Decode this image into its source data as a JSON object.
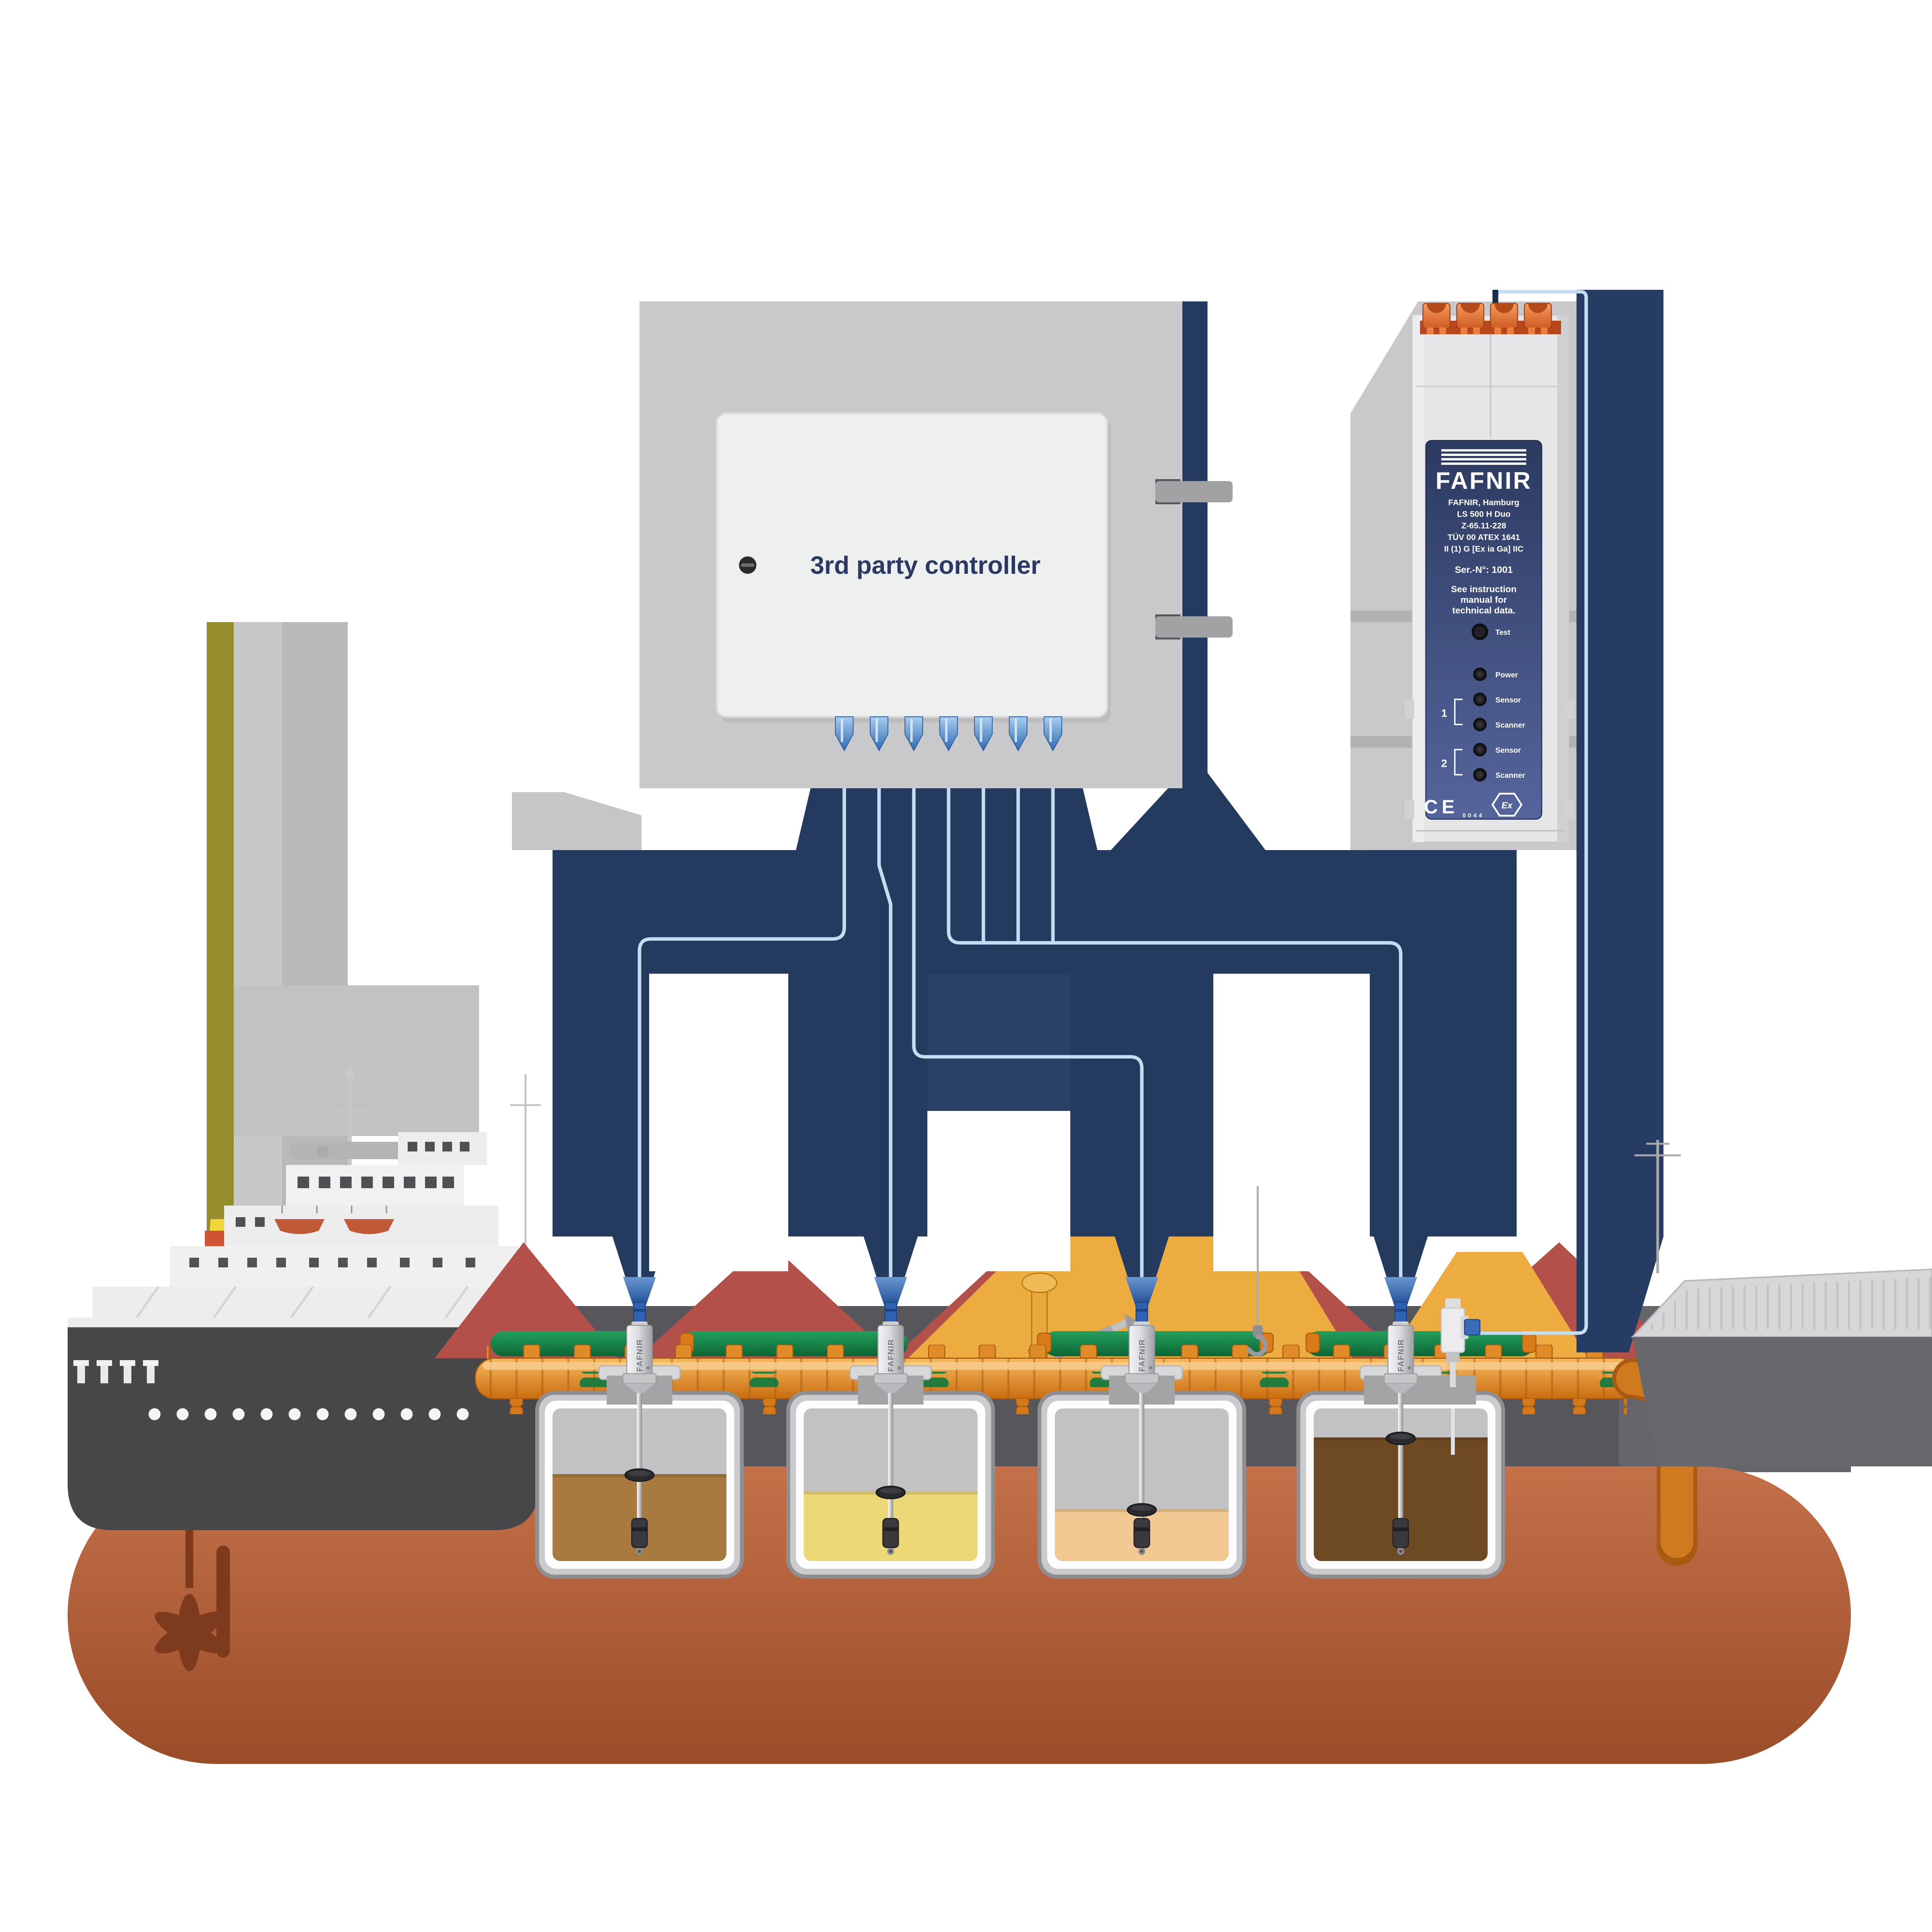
{
  "controller": {
    "label": "3rd party controller"
  },
  "fafnir_unit": {
    "logo": "FAFNIR",
    "info_lines": [
      "FAFNIR, Hamburg",
      "LS 500 H Duo",
      "Z-65.11-228",
      "TÜV 00 ATEX 1641",
      "II (1) G [Ex ia Ga] IIC"
    ],
    "serial_line": "Ser.-N°: 1001",
    "note_lines": [
      "See instruction",
      "manual for",
      "technical data."
    ],
    "led_labels": [
      "Test",
      "Power",
      "Sensor",
      "Scanner",
      "Sensor",
      "Scanner"
    ],
    "channel_groups": [
      "1",
      "2"
    ],
    "ce_text": "CE",
    "notified_body_number": "0044",
    "ex_text": "Ex"
  },
  "probes": {
    "brand": "FAFNIR",
    "count": 4
  },
  "tanks": [
    {
      "name": "tank-1",
      "liquid_color": "#a87a40",
      "fill_percent": 57
    },
    {
      "name": "tank-2",
      "liquid_color": "#ecd877",
      "fill_percent": 46
    },
    {
      "name": "tank-3",
      "liquid_color": "#f2c992",
      "fill_percent": 35
    },
    {
      "name": "tank-4",
      "liquid_color": "#6e4a24",
      "fill_percent": 81
    }
  ],
  "colors": {
    "cable_duct_navy": "#243a5e",
    "signal_cable_blue": "#c5ddf0",
    "label_panel_navy": "#2e3d66",
    "manifold_orange": "#e08a28",
    "ground_rust": "#b05c36",
    "berm_red": "#b25049",
    "pipe_green": "#1a8a4d",
    "accent_gold": "#ecac40",
    "connector_blue": "#2f62b2",
    "ship_hull_gray": "#47474a",
    "funnel_yellow": "#f2d63a",
    "funnel_band_red": "#cf5334"
  }
}
